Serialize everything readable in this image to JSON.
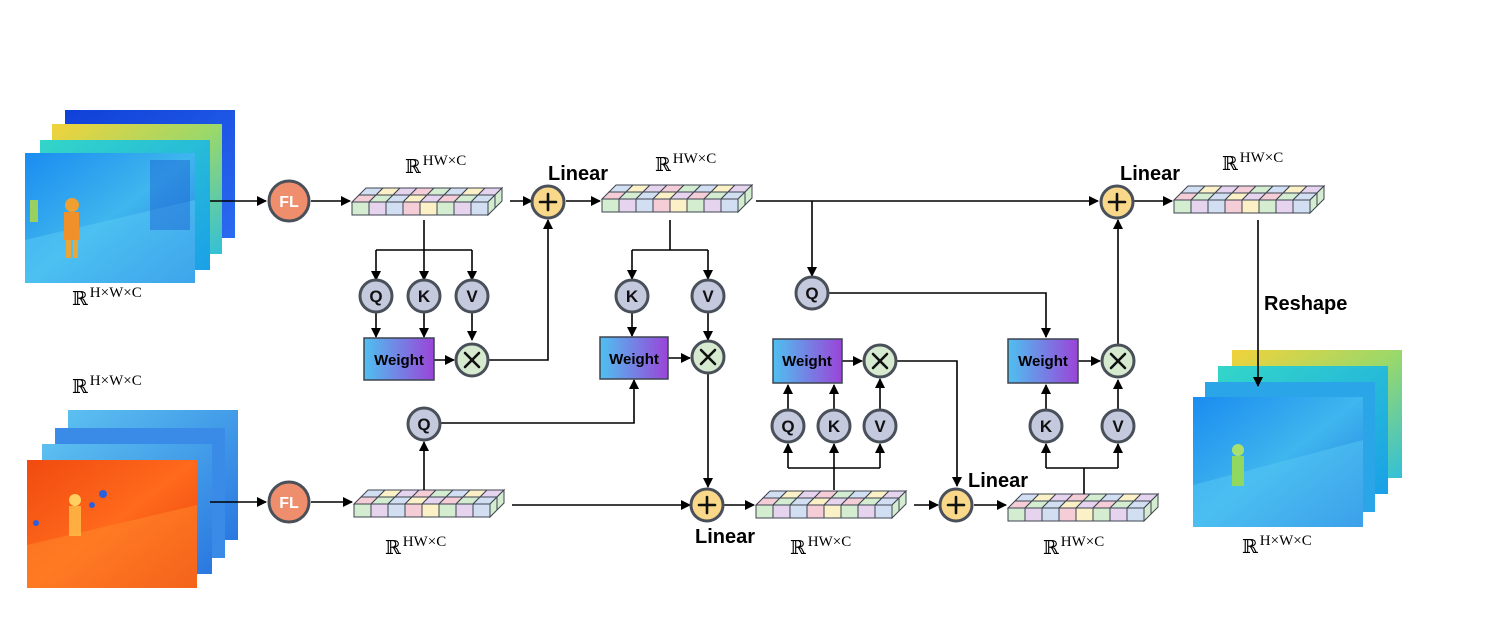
{
  "labels": {
    "dim_input": "ℝ",
    "dim_input_sup": "H×W×C",
    "dim_token": "ℝ",
    "dim_token_sup": "HW×C",
    "fl": "FL",
    "q": "Q",
    "k": "K",
    "v": "V",
    "weight": "Weight",
    "linear": "Linear",
    "reshape": "Reshape"
  },
  "colors": {
    "fl_node": "#ef8e6d",
    "qkv_node": "#c5c9de",
    "add_node": "#f9d88a",
    "mul_node": "#d6ead0",
    "node_stroke": "#4a505a",
    "weight_gradient_start": "#4fc0f0",
    "weight_gradient_end": "#9a44d8",
    "token_cells": [
      "#f5cdd6",
      "#d4ecd0",
      "#d2dff2",
      "#fbf0c6",
      "#e6d4ef"
    ]
  }
}
